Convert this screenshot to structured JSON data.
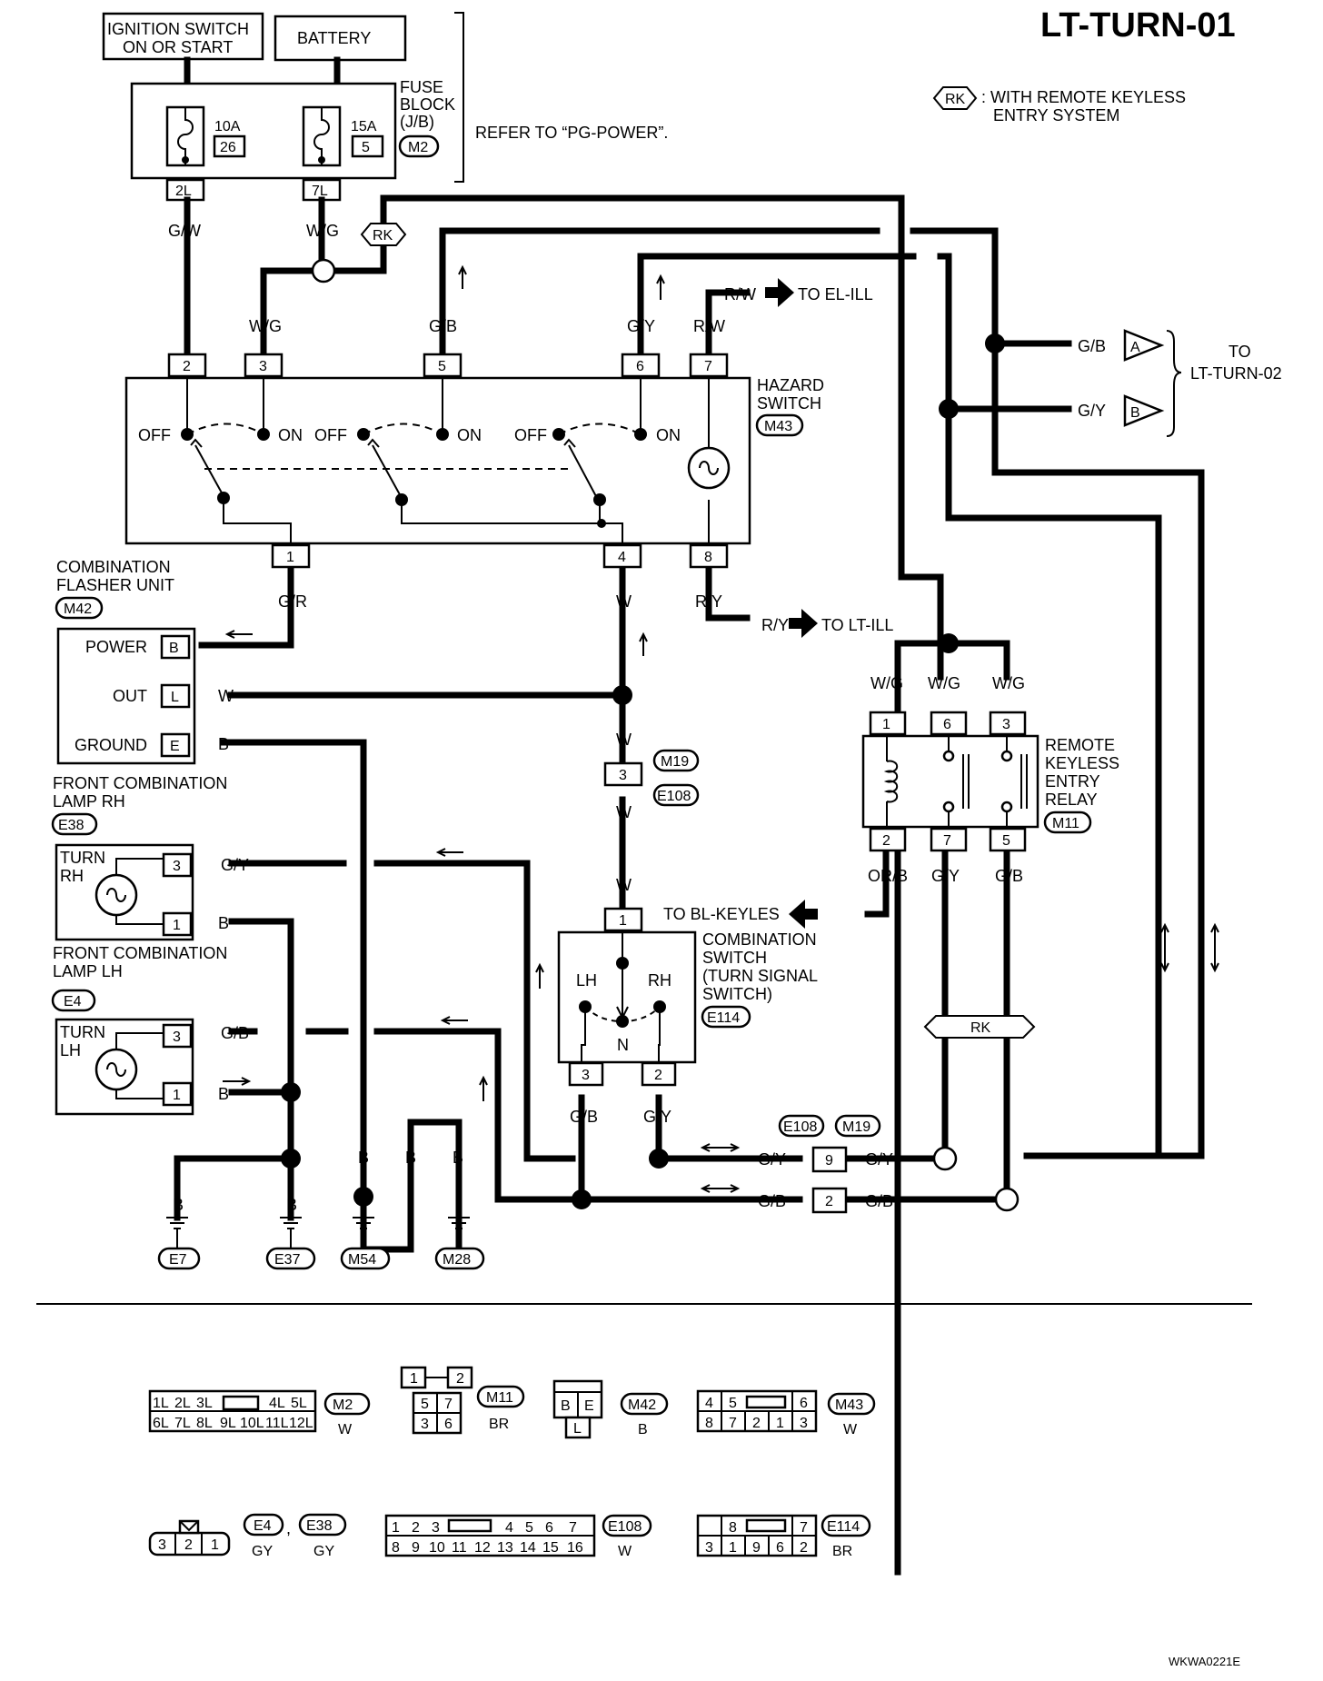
{
  "title": "LT-TURN-01",
  "footer_code": "WKWA0221E",
  "rk_legend": {
    "tag": "RK",
    "text1": ": WITH REMOTE KEYLESS",
    "text2": "ENTRY SYSTEM"
  },
  "power": {
    "ignition": [
      "IGNITION SWITCH",
      "ON OR START"
    ],
    "battery": "BATTERY",
    "fuse_block": [
      "FUSE",
      "BLOCK",
      "(J/B)"
    ],
    "fuse_block_conn": "M2",
    "refer": "REFER TO “PG-POWER”.",
    "fuse1_amp": "10A",
    "fuse1_no": "26",
    "fuse2_amp": "15A",
    "fuse2_no": "5",
    "conn1": "2L",
    "conn2": "7L"
  },
  "wire_colors": {
    "gw": "G/W",
    "wg": "W/G",
    "gb": "G/B",
    "gy": "G/Y",
    "rw": "R/W",
    "gr": "G/R",
    "w": "W",
    "ry": "R/Y",
    "b": "B",
    "orb": "OR/B"
  },
  "hazard": {
    "label": [
      "HAZARD",
      "SWITCH"
    ],
    "conn": "M43",
    "pins_top": [
      "2",
      "3",
      "5",
      "6",
      "7"
    ],
    "pins_bottom": [
      "1",
      "4",
      "8"
    ],
    "off": "OFF",
    "on": "ON"
  },
  "to_el_ill": "TO EL-ILL",
  "to_lt_ill": "TO LT-ILL",
  "to_bl": "TO BL-KEYLES",
  "to_lt_turn_02": [
    "TO",
    "LT-TURN-02"
  ],
  "connector_a": "A",
  "connector_b": "B",
  "flasher": {
    "label": [
      "COMBINATION",
      "FLASHER UNIT"
    ],
    "conn": "M42",
    "power": "POWER",
    "out": "OUT",
    "ground": "GROUND",
    "pin_power": "B",
    "pin_out": "L",
    "pin_ground": "E"
  },
  "joint": {
    "conn_top": "M19",
    "conn_bottom": "E108",
    "pin": "3"
  },
  "front_rh": {
    "label": [
      "FRONT COMBINATION",
      "LAMP RH"
    ],
    "conn": "E38",
    "lamp": [
      "TURN",
      "RH"
    ],
    "pin_a": "3",
    "pin_b": "1"
  },
  "front_lh": {
    "label": [
      "FRONT COMBINATION",
      "LAMP LH"
    ],
    "conn": "E4",
    "lamp": [
      "TURN",
      "LH"
    ],
    "pin_a": "3",
    "pin_b": "1"
  },
  "combo_switch": {
    "label": [
      "COMBINATION",
      "SWITCH",
      "(TURN SIGNAL",
      "SWITCH)"
    ],
    "conn": "E114",
    "lh": "LH",
    "rh": "RH",
    "n": "N",
    "pin_top": "1",
    "pin_l": "3",
    "pin_r": "2"
  },
  "relay": {
    "label": [
      "REMOTE",
      "KEYLESS",
      "ENTRY",
      "RELAY"
    ],
    "conn": "M11",
    "pins_top": [
      "1",
      "6",
      "3"
    ],
    "pins_bottom": [
      "2",
      "7",
      "5"
    ]
  },
  "rk_bar": "RK",
  "bottom_conn": {
    "c1": "E108",
    "c2": "M19",
    "pin9": "9",
    "pin2": "2"
  },
  "grounds": [
    "E7",
    "E37",
    "M54",
    "M28"
  ],
  "connector_faces": [
    {
      "id": "M2",
      "color": "W",
      "row1": [
        "1L",
        "2L",
        "3L",
        "",
        "4L",
        "5L"
      ],
      "row2": [
        "6L",
        "7L",
        "8L",
        "9L",
        "10L",
        "11L",
        "12L"
      ]
    },
    {
      "id": "M11",
      "color": "BR",
      "top": [
        "1",
        "2"
      ],
      "row1": [
        "5",
        "7"
      ],
      "row2": [
        "3",
        "6"
      ]
    },
    {
      "id": "M42",
      "color": "B",
      "row1": [
        "B",
        "E"
      ],
      "row2": [
        "L"
      ]
    },
    {
      "id": "M43",
      "color": "W",
      "row1": [
        "4",
        "5",
        "",
        "6"
      ],
      "row2": [
        "8",
        "7",
        "2",
        "1",
        "3"
      ]
    },
    {
      "id": "E4",
      "id2": "E38",
      "color": "GY",
      "color2": "GY",
      "row1": [
        "3",
        "2",
        "1"
      ]
    },
    {
      "id": "E108",
      "color": "W",
      "row1": [
        "1",
        "2",
        "3",
        "",
        "4",
        "5",
        "6",
        "7"
      ],
      "row2": [
        "8",
        "9",
        "10",
        "11",
        "12",
        "13",
        "14",
        "15",
        "16"
      ]
    },
    {
      "id": "E114",
      "color": "BR",
      "row1": [
        "8",
        "",
        "7"
      ],
      "row2": [
        "3",
        "1",
        "9",
        "6",
        "2"
      ]
    }
  ]
}
